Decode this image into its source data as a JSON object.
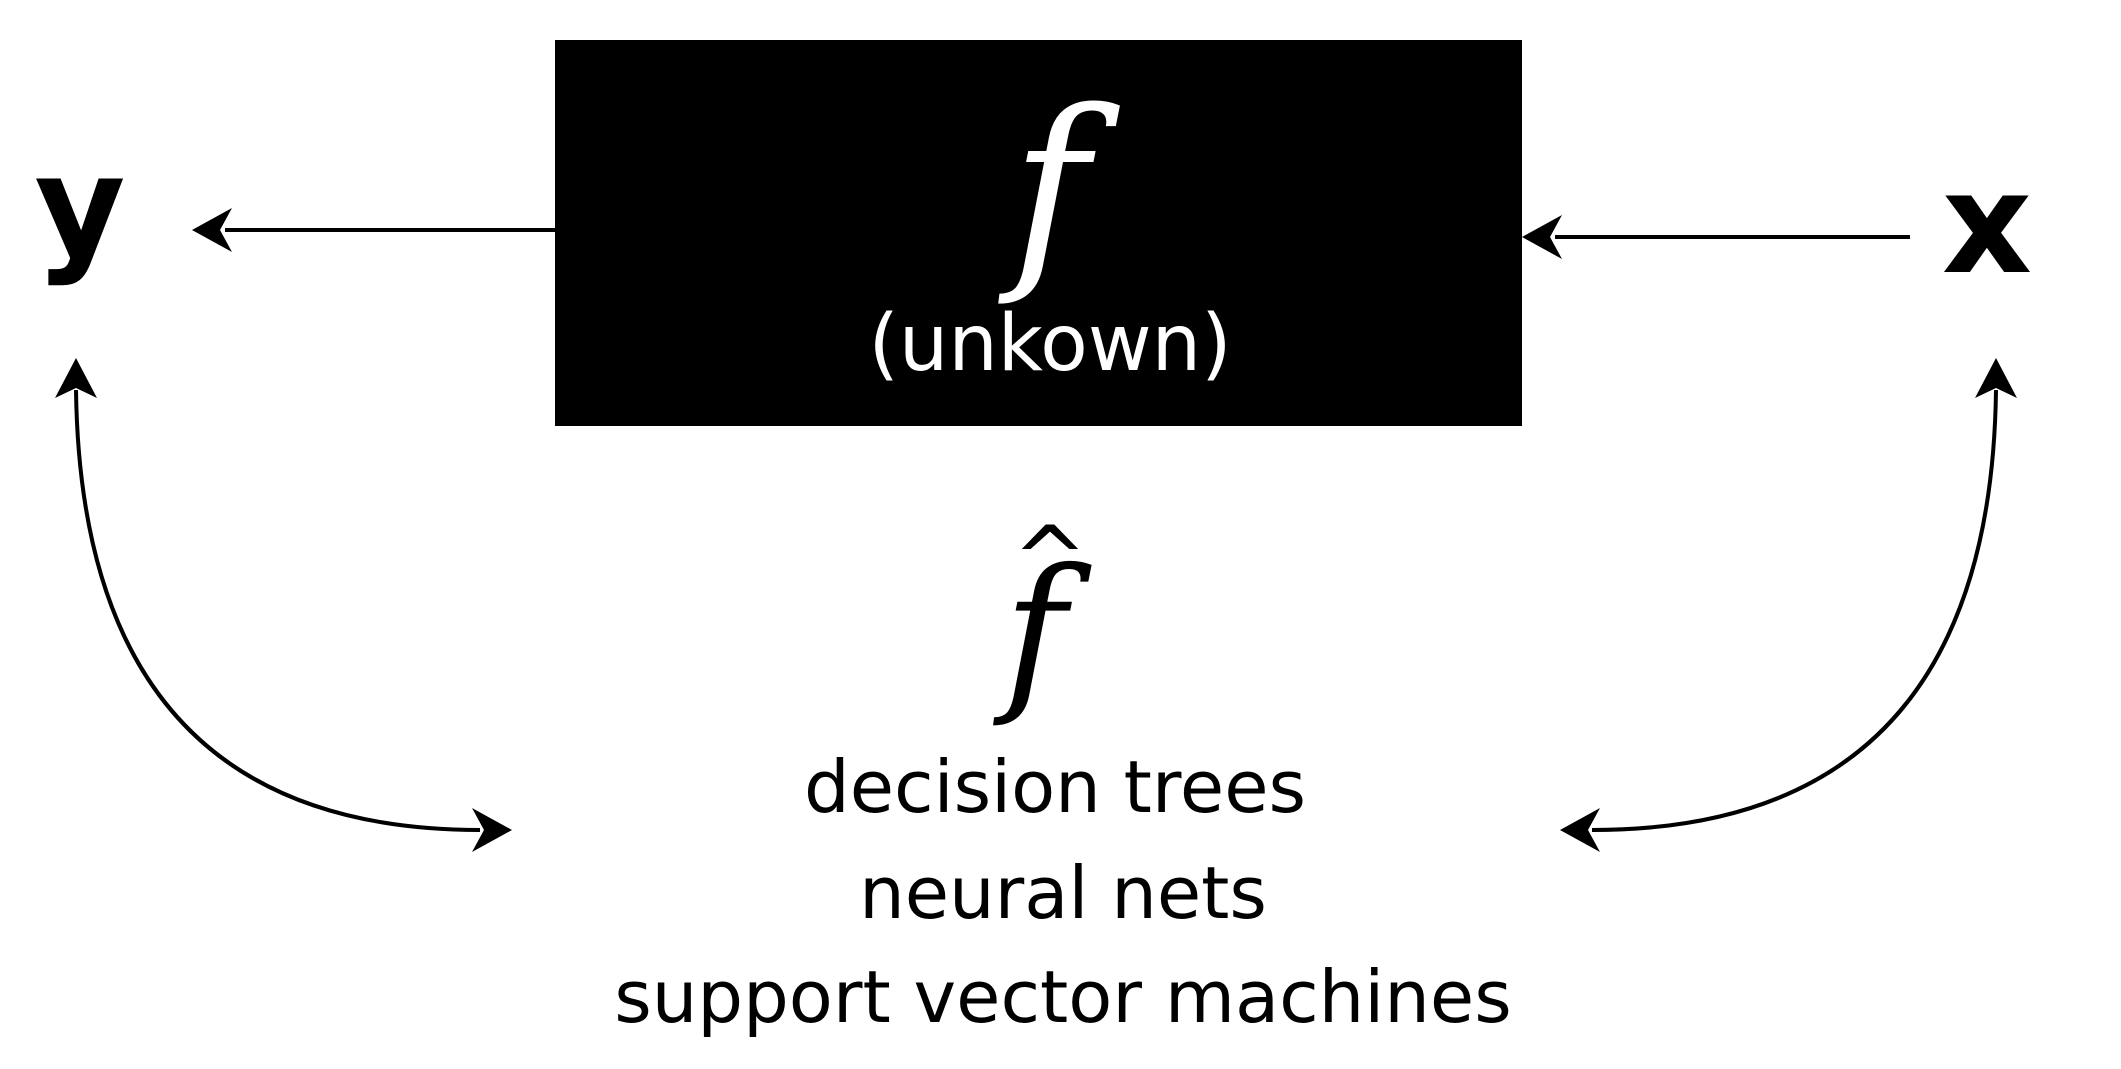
{
  "diagram": {
    "output_var": "y",
    "input_var": "x",
    "true_function": {
      "symbol": "f",
      "caption": "(unkown)"
    },
    "estimate": {
      "symbol": "f",
      "hat": "^",
      "methods": [
        "decision trees",
        "neural nets",
        "support vector machines"
      ]
    },
    "colors": {
      "box": "#000000",
      "box_text": "#ffffff",
      "ink": "#000000",
      "background": "#ffffff"
    }
  }
}
